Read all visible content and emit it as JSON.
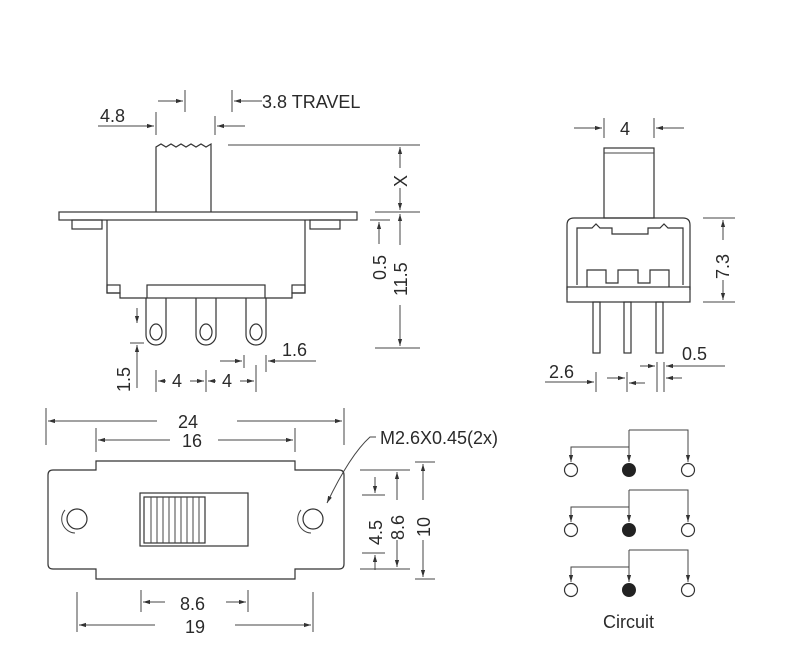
{
  "front_view": {
    "dim_actuator_width": "4.8",
    "dim_travel": "3.8 TRAVEL",
    "dim_x": "X",
    "dim_offset": "0.5",
    "dim_height": "11.5",
    "dim_lug": "1.5",
    "dim_pitch_1": "4",
    "dim_pitch_2": "4",
    "dim_lug_width": "1.6"
  },
  "side_view": {
    "dim_actuator": "4",
    "dim_height": "7.3",
    "dim_pitch": "2.6",
    "dim_pin": "0.5"
  },
  "bottom_view": {
    "dim_total_length": "24",
    "dim_body_length": "16",
    "dim_screw": "M2.6X0.45(2x)",
    "dim_window_height": "4.5",
    "dim_inner_height": "8.6",
    "dim_total_height": "10",
    "dim_window_length": "8.6",
    "dim_hole_spacing": "19"
  },
  "circuit": {
    "label": "Circuit",
    "rows": 3
  },
  "colors": {
    "line": "#333333",
    "background": "#ffffff"
  }
}
